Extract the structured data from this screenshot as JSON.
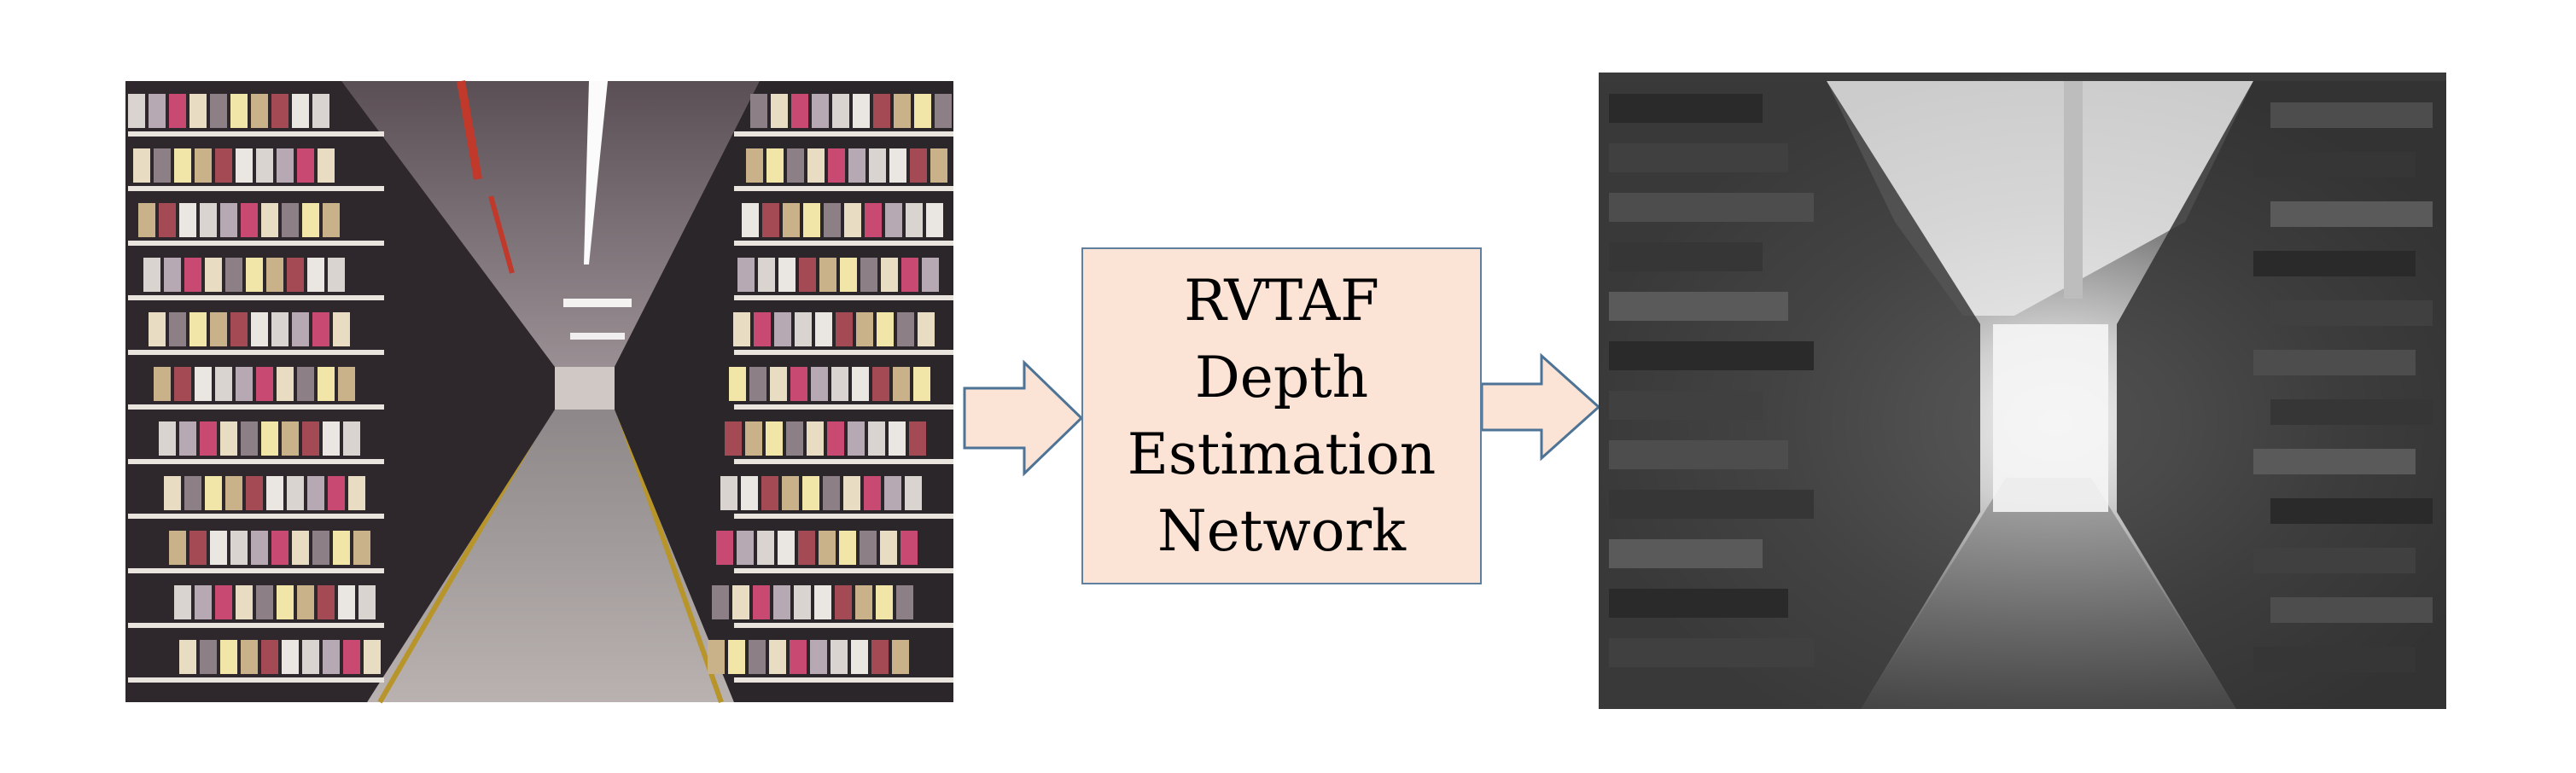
{
  "diagram": {
    "input_image": {
      "icon": "bookstore-aisle-photo"
    },
    "process_node": {
      "lines": [
        "RVTAF",
        "Depth",
        "Estimation",
        "Network"
      ]
    },
    "output_image": {
      "icon": "grayscale-depth-map"
    },
    "colors": {
      "node_fill": "#fbe3d6",
      "node_border": "#5f7f9f",
      "arrow_fill": "#fbe3d6",
      "arrow_stroke": "#4d7396"
    }
  }
}
